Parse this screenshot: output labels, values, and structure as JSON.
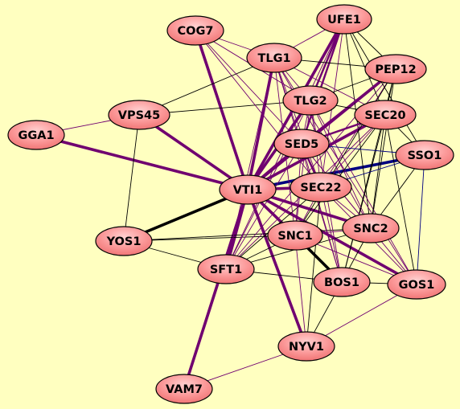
{
  "graph": {
    "background": "#ffffc0",
    "node_fill": "#f98a8a",
    "node_stroke": "#000000",
    "edge_colors": {
      "purple": "#700070",
      "black": "#000000",
      "navy": "#000080"
    },
    "nodes": [
      {
        "id": "UFE1",
        "label": "UFE1"
      },
      {
        "id": "COG7",
        "label": "COG7"
      },
      {
        "id": "TLG1",
        "label": "TLG1"
      },
      {
        "id": "PEP12",
        "label": "PEP12"
      },
      {
        "id": "TLG2",
        "label": "TLG2"
      },
      {
        "id": "VPS45",
        "label": "VPS45"
      },
      {
        "id": "SEC20",
        "label": "SEC20"
      },
      {
        "id": "GGA1",
        "label": "GGA1"
      },
      {
        "id": "SED5",
        "label": "SED5"
      },
      {
        "id": "SSO1",
        "label": "SSO1"
      },
      {
        "id": "VTI1",
        "label": "VTI1"
      },
      {
        "id": "SEC22",
        "label": "SEC22"
      },
      {
        "id": "SNC2",
        "label": "SNC2"
      },
      {
        "id": "YOS1",
        "label": "YOS1"
      },
      {
        "id": "SNC1",
        "label": "SNC1"
      },
      {
        "id": "SFT1",
        "label": "SFT1"
      },
      {
        "id": "BOS1",
        "label": "BOS1"
      },
      {
        "id": "GOS1",
        "label": "GOS1"
      },
      {
        "id": "NYV1",
        "label": "NYV1"
      },
      {
        "id": "VAM7",
        "label": "VAM7"
      }
    ],
    "edges": [
      {
        "source": "VTI1",
        "target": "COG7",
        "color": "purple",
        "weight": "thick"
      },
      {
        "source": "VTI1",
        "target": "GGA1",
        "color": "purple",
        "weight": "thick"
      },
      {
        "source": "VTI1",
        "target": "VPS45",
        "color": "purple",
        "weight": "thick"
      },
      {
        "source": "VTI1",
        "target": "TLG1",
        "color": "purple",
        "weight": "thick"
      },
      {
        "source": "VTI1",
        "target": "UFE1",
        "color": "purple",
        "weight": "thick"
      },
      {
        "source": "VTI1",
        "target": "TLG2",
        "color": "purple",
        "weight": "thick"
      },
      {
        "source": "VTI1",
        "target": "PEP12",
        "color": "purple",
        "weight": "thick"
      },
      {
        "source": "VTI1",
        "target": "SEC20",
        "color": "purple",
        "weight": "thick"
      },
      {
        "source": "VTI1",
        "target": "SED5",
        "color": "purple",
        "weight": "thick"
      },
      {
        "source": "VTI1",
        "target": "SEC22",
        "color": "purple",
        "weight": "thick"
      },
      {
        "source": "VTI1",
        "target": "SSO1",
        "color": "navy",
        "weight": "thick"
      },
      {
        "source": "VTI1",
        "target": "SNC2",
        "color": "purple",
        "weight": "thick"
      },
      {
        "source": "VTI1",
        "target": "SNC1",
        "color": "purple",
        "weight": "thick"
      },
      {
        "source": "VTI1",
        "target": "GOS1",
        "color": "purple",
        "weight": "thick"
      },
      {
        "source": "VTI1",
        "target": "BOS1",
        "color": "purple",
        "weight": "medium"
      },
      {
        "source": "VTI1",
        "target": "NYV1",
        "color": "purple",
        "weight": "thick"
      },
      {
        "source": "VTI1",
        "target": "SFT1",
        "color": "purple",
        "weight": "thick"
      },
      {
        "source": "VTI1",
        "target": "VAM7",
        "color": "purple",
        "weight": "thick"
      },
      {
        "source": "VTI1",
        "target": "YOS1",
        "color": "black",
        "weight": "thick"
      },
      {
        "source": "SNC1",
        "target": "BOS1",
        "color": "black",
        "weight": "thick"
      },
      {
        "source": "VPS45",
        "target": "GGA1",
        "color": "purple",
        "weight": "thin"
      },
      {
        "source": "VPS45",
        "target": "TLG2",
        "color": "black",
        "weight": "thin"
      },
      {
        "source": "VPS45",
        "target": "TLG1",
        "color": "black",
        "weight": "thin"
      },
      {
        "source": "VPS45",
        "target": "YOS1",
        "color": "black",
        "weight": "thin"
      },
      {
        "source": "YOS1",
        "target": "SNC1",
        "color": "black",
        "weight": "thin"
      },
      {
        "source": "YOS1",
        "target": "SFT1",
        "color": "black",
        "weight": "thin"
      },
      {
        "source": "YOS1",
        "target": "SNC2",
        "color": "black",
        "weight": "thin"
      },
      {
        "source": "SFT1",
        "target": "SNC1",
        "color": "black",
        "weight": "thin"
      },
      {
        "source": "SFT1",
        "target": "BOS1",
        "color": "black",
        "weight": "thin"
      },
      {
        "source": "SFT1",
        "target": "SNC2",
        "color": "black",
        "weight": "thin"
      },
      {
        "source": "SFT1",
        "target": "SEC22",
        "color": "black",
        "weight": "thin"
      },
      {
        "source": "SFT1",
        "target": "SED5",
        "color": "purple",
        "weight": "thin"
      },
      {
        "source": "SFT1",
        "target": "TLG2",
        "color": "purple",
        "weight": "thin"
      },
      {
        "source": "SFT1",
        "target": "TLG1",
        "color": "purple",
        "weight": "thin"
      },
      {
        "source": "SFT1",
        "target": "SEC20",
        "color": "purple",
        "weight": "thin"
      },
      {
        "source": "SFT1",
        "target": "UFE1",
        "color": "purple",
        "weight": "thin"
      },
      {
        "source": "SFT1",
        "target": "PEP12",
        "color": "purple",
        "weight": "thin"
      },
      {
        "source": "COG7",
        "target": "TLG1",
        "color": "purple",
        "weight": "thin"
      },
      {
        "source": "COG7",
        "target": "SED5",
        "color": "purple",
        "weight": "thin"
      },
      {
        "source": "COG7",
        "target": "SEC22",
        "color": "purple",
        "weight": "thin"
      },
      {
        "source": "COG7",
        "target": "TLG2",
        "color": "purple",
        "weight": "thin"
      },
      {
        "source": "UFE1",
        "target": "TLG1",
        "color": "purple",
        "weight": "thin"
      },
      {
        "source": "UFE1",
        "target": "PEP12",
        "color": "black",
        "weight": "thin"
      },
      {
        "source": "UFE1",
        "target": "SEC20",
        "color": "black",
        "weight": "thin"
      },
      {
        "source": "UFE1",
        "target": "TLG2",
        "color": "purple",
        "weight": "medium"
      },
      {
        "source": "UFE1",
        "target": "SED5",
        "color": "purple",
        "weight": "medium"
      },
      {
        "source": "UFE1",
        "target": "SEC22",
        "color": "purple",
        "weight": "thin"
      },
      {
        "source": "UFE1",
        "target": "SSO1",
        "color": "black",
        "weight": "thin"
      },
      {
        "source": "UFE1",
        "target": "SNC2",
        "color": "black",
        "weight": "thin"
      },
      {
        "source": "TLG1",
        "target": "PEP12",
        "color": "black",
        "weight": "thin"
      },
      {
        "source": "TLG1",
        "target": "TLG2",
        "color": "purple",
        "weight": "thin"
      },
      {
        "source": "TLG1",
        "target": "SEC20",
        "color": "purple",
        "weight": "thin"
      },
      {
        "source": "TLG1",
        "target": "SED5",
        "color": "purple",
        "weight": "thin"
      },
      {
        "source": "TLG1",
        "target": "SEC22",
        "color": "purple",
        "weight": "thin"
      },
      {
        "source": "TLG1",
        "target": "SNC2",
        "color": "purple",
        "weight": "thin"
      },
      {
        "source": "TLG1",
        "target": "SNC1",
        "color": "purple",
        "weight": "thin"
      },
      {
        "source": "TLG1",
        "target": "BOS1",
        "color": "purple",
        "weight": "thin"
      },
      {
        "source": "TLG1",
        "target": "GOS1",
        "color": "purple",
        "weight": "thin"
      },
      {
        "source": "PEP12",
        "target": "TLG2",
        "color": "black",
        "weight": "thin"
      },
      {
        "source": "PEP12",
        "target": "SEC20",
        "color": "black",
        "weight": "thin"
      },
      {
        "source": "PEP12",
        "target": "SED5",
        "color": "purple",
        "weight": "medium"
      },
      {
        "source": "PEP12",
        "target": "SEC22",
        "color": "purple",
        "weight": "thin"
      },
      {
        "source": "PEP12",
        "target": "SNC2",
        "color": "black",
        "weight": "thin"
      },
      {
        "source": "PEP12",
        "target": "SNC1",
        "color": "black",
        "weight": "thin"
      },
      {
        "source": "PEP12",
        "target": "BOS1",
        "color": "black",
        "weight": "thin"
      },
      {
        "source": "TLG2",
        "target": "SEC20",
        "color": "black",
        "weight": "thin"
      },
      {
        "source": "TLG2",
        "target": "SED5",
        "color": "purple",
        "weight": "thin"
      },
      {
        "source": "TLG2",
        "target": "SEC22",
        "color": "purple",
        "weight": "thin"
      },
      {
        "source": "TLG2",
        "target": "SNC2",
        "color": "purple",
        "weight": "thin"
      },
      {
        "source": "TLG2",
        "target": "SNC1",
        "color": "purple",
        "weight": "thin"
      },
      {
        "source": "TLG2",
        "target": "BOS1",
        "color": "purple",
        "weight": "thin"
      },
      {
        "source": "TLG2",
        "target": "GOS1",
        "color": "purple",
        "weight": "thin"
      },
      {
        "source": "SEC20",
        "target": "SED5",
        "color": "purple",
        "weight": "medium"
      },
      {
        "source": "SEC20",
        "target": "SEC22",
        "color": "purple",
        "weight": "thin"
      },
      {
        "source": "SEC20",
        "target": "SSO1",
        "color": "black",
        "weight": "thin"
      },
      {
        "source": "SEC20",
        "target": "SNC2",
        "color": "black",
        "weight": "thin"
      },
      {
        "source": "SEC20",
        "target": "SNC1",
        "color": "black",
        "weight": "thin"
      },
      {
        "source": "SEC20",
        "target": "BOS1",
        "color": "black",
        "weight": "thin"
      },
      {
        "source": "SEC20",
        "target": "GOS1",
        "color": "black",
        "weight": "thin"
      },
      {
        "source": "SED5",
        "target": "SEC22",
        "color": "purple",
        "weight": "medium"
      },
      {
        "source": "SED5",
        "target": "SSO1",
        "color": "navy",
        "weight": "thin"
      },
      {
        "source": "SED5",
        "target": "SNC2",
        "color": "purple",
        "weight": "thin"
      },
      {
        "source": "SED5",
        "target": "SNC1",
        "color": "purple",
        "weight": "thin"
      },
      {
        "source": "SED5",
        "target": "BOS1",
        "color": "purple",
        "weight": "thin"
      },
      {
        "source": "SED5",
        "target": "GOS1",
        "color": "purple",
        "weight": "thin"
      },
      {
        "source": "SEC22",
        "target": "SSO1",
        "color": "navy",
        "weight": "thin"
      },
      {
        "source": "SEC22",
        "target": "SNC2",
        "color": "purple",
        "weight": "thin"
      },
      {
        "source": "SEC22",
        "target": "SNC1",
        "color": "purple",
        "weight": "thin"
      },
      {
        "source": "SEC22",
        "target": "BOS1",
        "color": "purple",
        "weight": "thin"
      },
      {
        "source": "SEC22",
        "target": "GOS1",
        "color": "purple",
        "weight": "thin"
      },
      {
        "source": "SSO1",
        "target": "SNC2",
        "color": "black",
        "weight": "thin"
      },
      {
        "source": "SSO1",
        "target": "GOS1",
        "color": "navy",
        "weight": "thin"
      },
      {
        "source": "SNC2",
        "target": "SNC1",
        "color": "purple",
        "weight": "thin"
      },
      {
        "source": "SNC2",
        "target": "BOS1",
        "color": "black",
        "weight": "thin"
      },
      {
        "source": "SNC1",
        "target": "GOS1",
        "color": "purple",
        "weight": "thin"
      },
      {
        "source": "SNC1",
        "target": "NYV1",
        "color": "purple",
        "weight": "thin"
      },
      {
        "source": "BOS1",
        "target": "GOS1",
        "color": "black",
        "weight": "thin"
      },
      {
        "source": "BOS1",
        "target": "NYV1",
        "color": "black",
        "weight": "thin"
      },
      {
        "source": "NYV1",
        "target": "GOS1",
        "color": "purple",
        "weight": "thin"
      },
      {
        "source": "NYV1",
        "target": "VAM7",
        "color": "purple",
        "weight": "thin"
      },
      {
        "source": "NYV1",
        "target": "SEC22",
        "color": "black",
        "weight": "thin"
      }
    ]
  }
}
